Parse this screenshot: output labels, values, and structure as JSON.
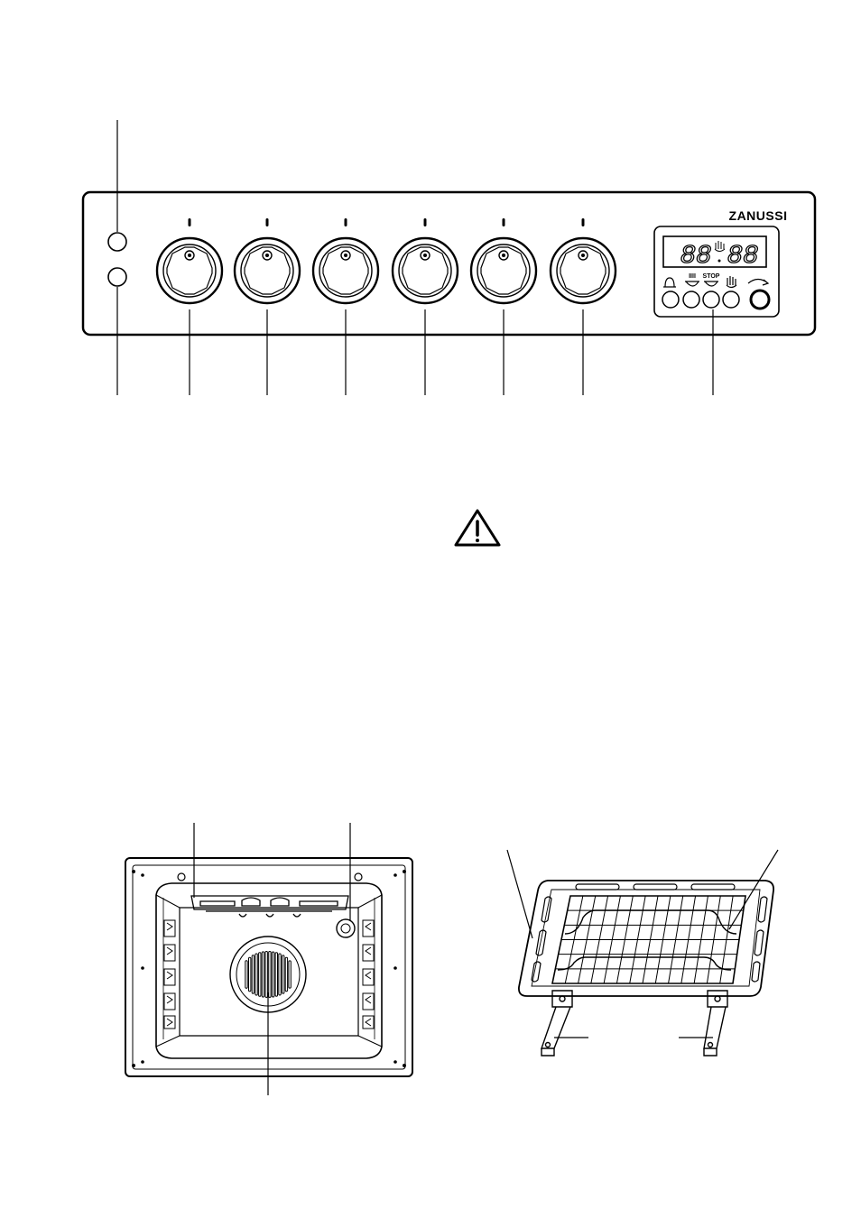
{
  "control_panel": {
    "brand": "ZANUSSI",
    "display": {
      "left_digits": "88",
      "right_digits": "88"
    },
    "timer_symbols": {
      "stop": "STOP",
      "cooking_time": "IIII"
    },
    "knob_count": 6,
    "indicator_light_count": 2,
    "timer_button_count": 5
  },
  "warning_icon": "warning-triangle-icon",
  "oven_cavity": {
    "feature": "fan-grille"
  },
  "rack_assembly": {
    "feature": "grid-shelf-and-tray"
  }
}
